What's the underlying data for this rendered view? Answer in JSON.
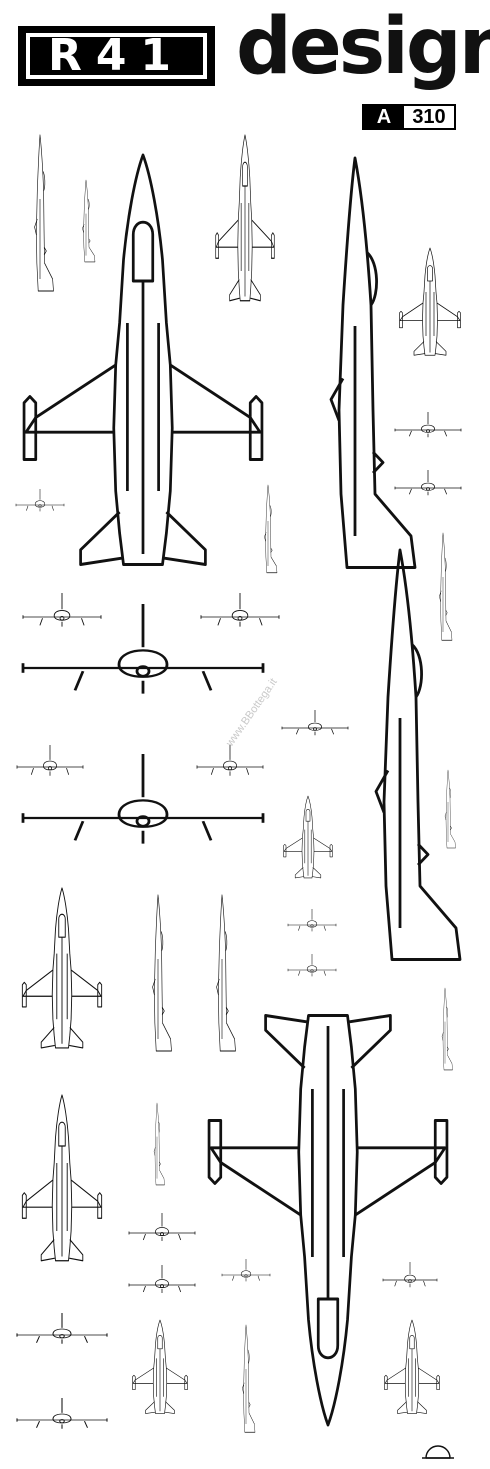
{
  "header": {
    "logo_text": "R41",
    "brand_word": "design",
    "code_letter": "A",
    "code_number": "310"
  },
  "watermark": "www.BBottega.it"
}
